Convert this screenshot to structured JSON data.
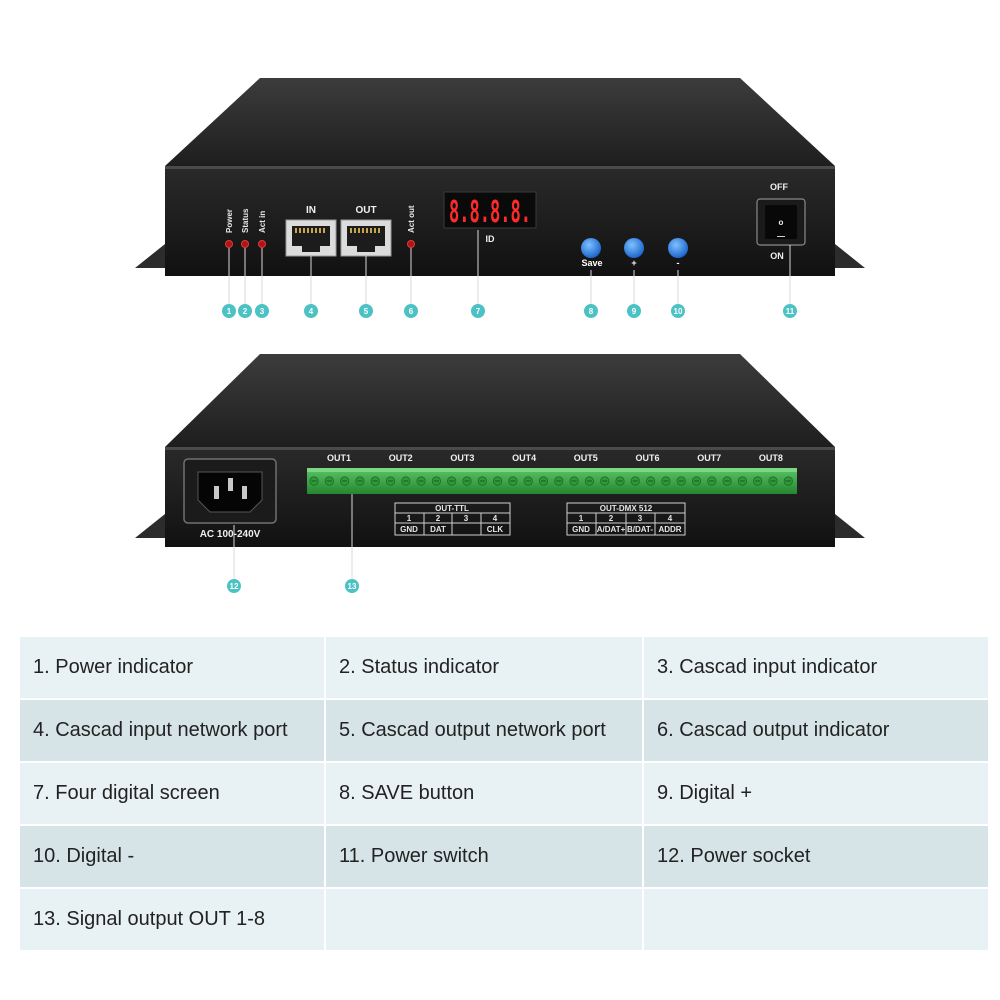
{
  "front_panel": {
    "led_labels": [
      "Power",
      "Status",
      "Act in"
    ],
    "port_in_label": "IN",
    "port_out_label": "OUT",
    "act_out_label": "Act out",
    "display_digits": "8.8.8.8.",
    "display_id_label": "ID",
    "buttons": [
      "Save",
      "+",
      "-"
    ],
    "switch_off_label": "OFF",
    "switch_on_label": "ON",
    "switch_o": "o",
    "switch_dash": "—"
  },
  "back_panel": {
    "outputs": [
      "OUT1",
      "OUT2",
      "OUT3",
      "OUT4",
      "OUT5",
      "OUT6",
      "OUT7",
      "OUT8"
    ],
    "ac_label": "AC 100-240V",
    "ttl_title": "OUT-TTL",
    "ttl_numbers": [
      "1",
      "2",
      "3",
      "4"
    ],
    "ttl_pins": [
      "GND",
      "DAT",
      "",
      "CLK"
    ],
    "dmx_title": "OUT-DMX 512",
    "dmx_numbers": [
      "1",
      "2",
      "3",
      "4"
    ],
    "dmx_pins": [
      "GND",
      "A/DAT+",
      "B/DAT-",
      "ADDR"
    ]
  },
  "callouts": [
    "1",
    "2",
    "3",
    "4",
    "5",
    "6",
    "7",
    "8",
    "9",
    "10",
    "11",
    "12",
    "13"
  ],
  "legend": [
    [
      "1. Power indicator",
      "2. Status indicator",
      "3. Cascad  input indicator"
    ],
    [
      "4. Cascad  input network  port",
      "5. Cascad output network port",
      "6. Cascad output indicator"
    ],
    [
      "7. Four digital screen",
      "8. SAVE button",
      "9. Digital +"
    ],
    [
      "10. Digital -",
      "11. Power switch",
      "12. Power socket"
    ],
    [
      "13. Signal output OUT 1-8",
      "",
      ""
    ]
  ],
  "colors": {
    "callout": "#4cc2c4",
    "button": "#1e7de6",
    "led": "#b0121a",
    "terminal": "#3da84a",
    "digit": "#ff2a2a"
  }
}
